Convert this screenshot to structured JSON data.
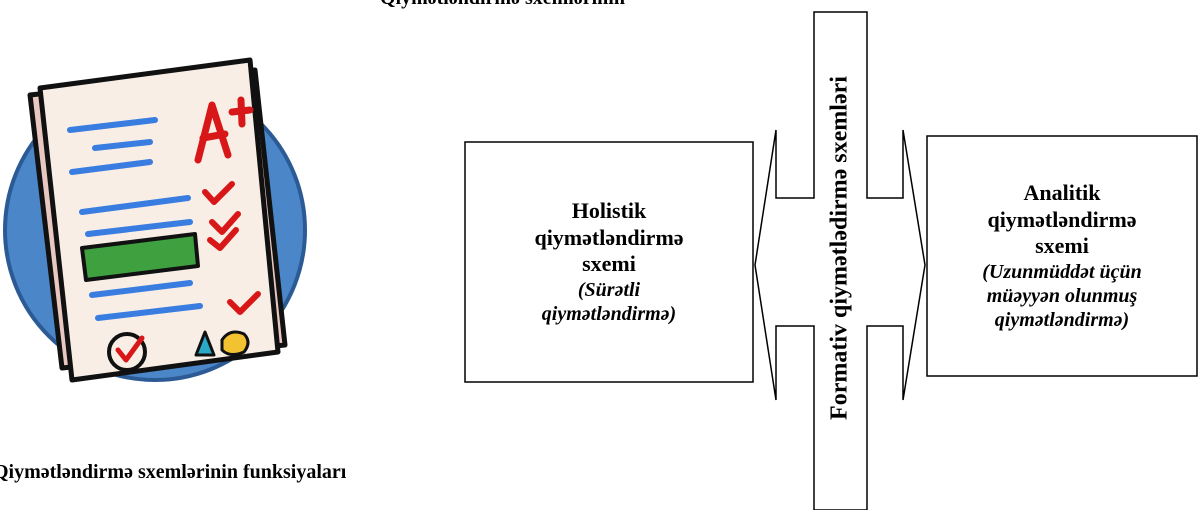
{
  "top_title": "Qiymətləndirmə sxemlərinin",
  "bottom_title": "Qiymətləndirmə sxemlərinin funksiyaları",
  "center_label": "Formativ qiymətlədirmə sxemləri",
  "left_box": {
    "title_lines": [
      "Holistik",
      "qiymətləndirmə",
      "sxemi"
    ],
    "sub_lines": [
      "(Sürətli",
      "qiymətləndirmə)"
    ]
  },
  "right_box": {
    "title_lines": [
      "Analitik",
      "qiymətləndirmə",
      "sxemi"
    ],
    "sub_lines": [
      "(Uzunmüddət üçün",
      "müəyyən olunmuş",
      "qiymətləndirmə)"
    ]
  },
  "clipart": {
    "icon": "graded-paper-icon",
    "grade": "A+",
    "colors": {
      "circle": "#4a86c8",
      "paper": "#f8eee6",
      "back_paper": "#e8c8c0",
      "lines": "#3a7de0",
      "check": "#d81818",
      "bar": "#3fa040"
    }
  }
}
